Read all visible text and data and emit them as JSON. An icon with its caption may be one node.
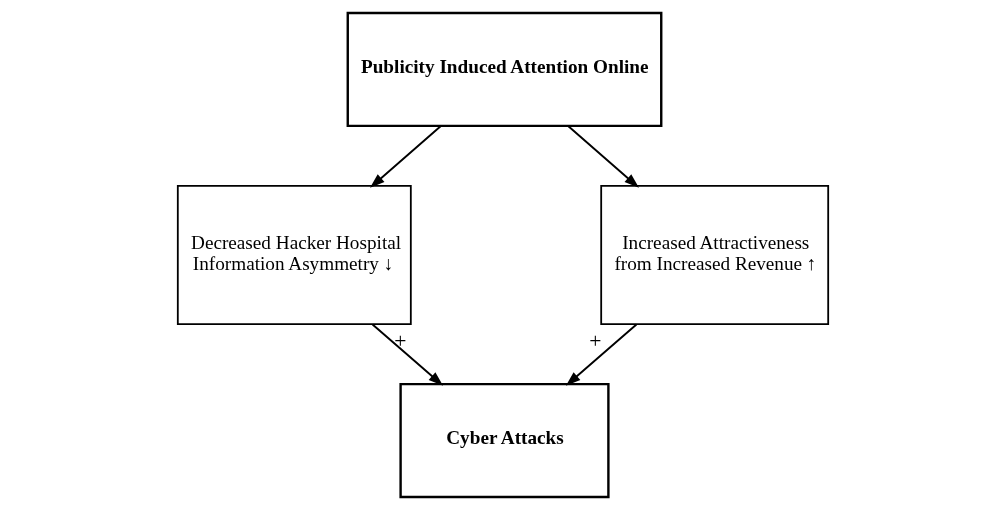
{
  "diagram": {
    "nodes": [
      {
        "text": [
          "Publicity Induced Attention Online"
        ]
      },
      {
        "text": [
          "Decreased Hacker Hospital Information Asymmetry ↓"
        ]
      },
      {
        "text": [
          "Increased Attractiveness from Increased Revenue ↑"
        ]
      },
      {
        "text": [
          "Cyber Attacks"
        ]
      }
    ],
    "edges": [
      {
        "from": 0,
        "to": 1,
        "arrow": "to"
      },
      {
        "from": 0,
        "to": 2,
        "arrow": "to"
      },
      {
        "from": 1,
        "to": 3,
        "arrow": "to",
        "label": "+"
      },
      {
        "from": 2,
        "to": 3,
        "arrow": "to",
        "label": "+"
      }
    ]
  }
}
